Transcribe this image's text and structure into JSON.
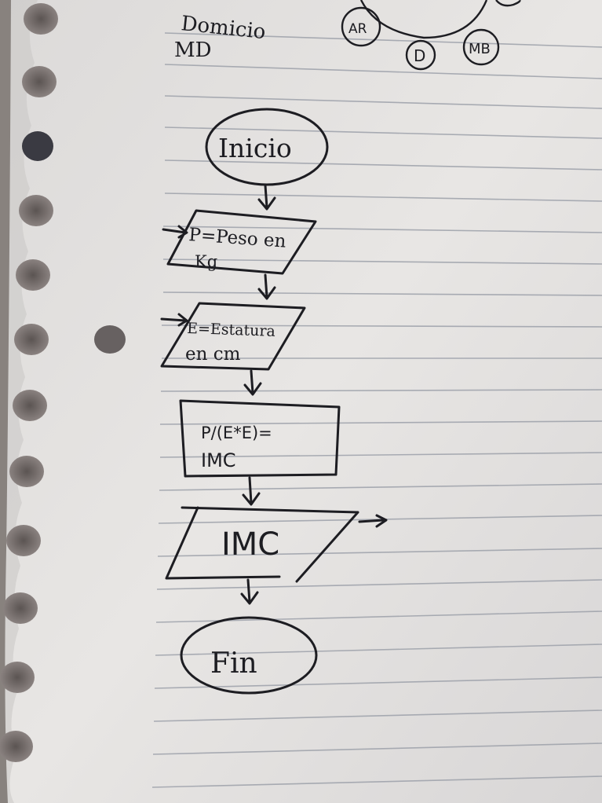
{
  "notes": {
    "line1": "Domicio",
    "line2": "MD"
  },
  "legend_circles": {
    "left": "AR",
    "bottom": "D",
    "right": "MB"
  },
  "flowchart": {
    "start": "Inicio",
    "input_weight": {
      "line1": "P=Peso en",
      "line2": "Kg"
    },
    "input_height": {
      "line1": "E=Estatura",
      "line2": "en cm"
    },
    "process": {
      "line1": "P/(E*E)=",
      "line2": "IMC"
    },
    "output": "IMC",
    "end": "Fin"
  },
  "colors": {
    "paper": "#e6e4e2",
    "rule_lines": "#9da1aa",
    "ink": "#1d1d22",
    "background": "#2b2622"
  }
}
